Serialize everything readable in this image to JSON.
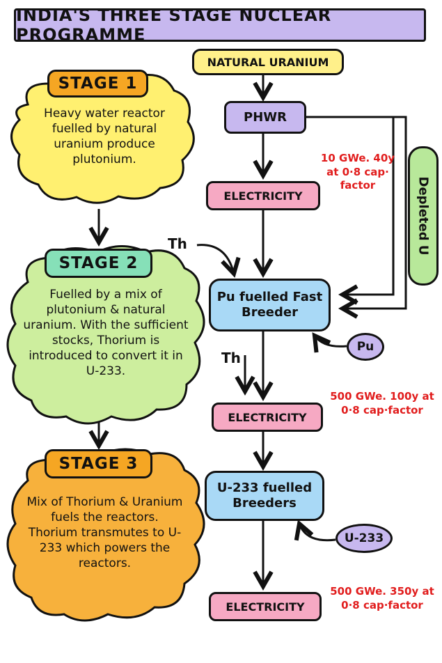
{
  "title": "INDIA'S THREE STAGE NUCLEAR PROGRAMME",
  "stages": [
    {
      "label": "STAGE 1",
      "text": "Heavy water reactor fuelled by natural uranium produce plutonium.",
      "color": "#fff070"
    },
    {
      "label": "STAGE 2",
      "text": "Fuelled by a mix of plutonium & natural uranium. With the sufficient stocks, Thorium is introduced to convert it in U-233.",
      "color": "#cdee9e"
    },
    {
      "label": "STAGE 3",
      "text": "Mix of Thorium & Uranium fuels the reactors. Thorium transmutes to U-233 which powers the reactors.",
      "color": "#f7b13c"
    }
  ],
  "stage_label_colors": [
    "#f5a623",
    "#86e0b8",
    "#f5a623"
  ],
  "flow": {
    "natural_uranium": "NATURAL URANIUM",
    "phwr": "PHWR",
    "electricity_1": "ELECTRICITY",
    "fast_breeder": "Pu fuelled Fast Breeder",
    "electricity_2": "ELECTRICITY",
    "u233_breeders": "U-233 fuelled Breeders",
    "electricity_3": "ELECTRICITY"
  },
  "inputs": {
    "th_1": "Th",
    "th_2": "Th",
    "pu": "Pu",
    "u233": "U-233",
    "depleted_u": "Depleted U"
  },
  "notes": {
    "note_1": "10 GWe. 40y at 0·8 cap· factor",
    "note_2": "500 GWe. 100y at 0·8 cap·factor",
    "note_3": "500 GWe. 350y at 0·8 cap·factor"
  },
  "colors": {
    "yellow": "#fff08a",
    "purple": "#c7b8ef",
    "pink": "#f6a9c3",
    "blue": "#a9d9f6",
    "green": "#b8e89a",
    "red_text": "#e11d1d"
  }
}
